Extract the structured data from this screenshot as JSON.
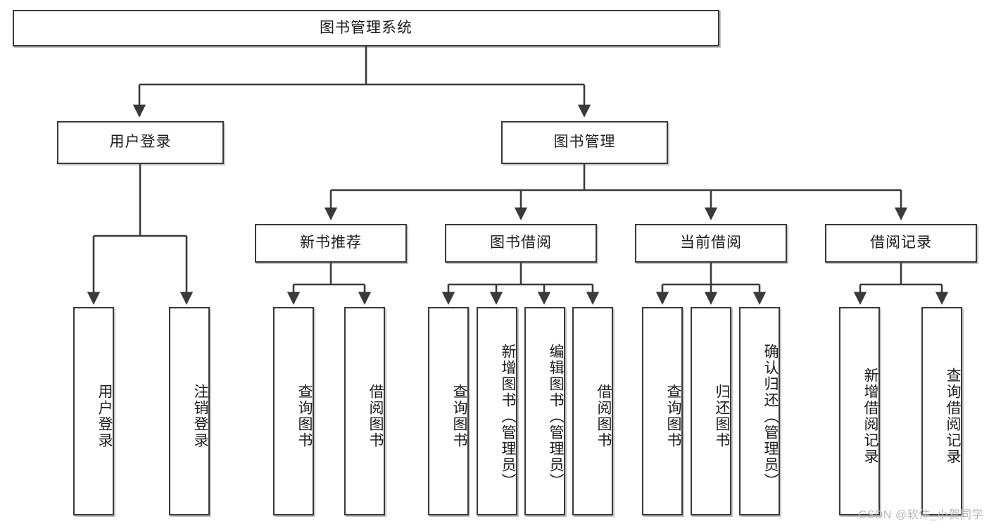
{
  "diagram": {
    "type": "tree-hierarchy",
    "title": "图书管理系统",
    "watermark": "CSDN @软件_小贺同学",
    "colors": {
      "stroke": "#3a3a3a",
      "fill": "#ffffff",
      "text": "#1b1b1b",
      "watermark": "#b9b9b9"
    },
    "levels": [
      {
        "level": 1,
        "nodes": [
          {
            "id": "root",
            "label": "图书管理系统",
            "orientation": "horizontal"
          }
        ]
      },
      {
        "level": 2,
        "nodes": [
          {
            "id": "login",
            "label": "用户登录",
            "orientation": "horizontal",
            "parent": "root"
          },
          {
            "id": "bookmgmt",
            "label": "图书管理",
            "orientation": "horizontal",
            "parent": "root"
          }
        ]
      },
      {
        "level": 3,
        "nodes": [
          {
            "id": "newbook",
            "label": "新书推荐",
            "orientation": "horizontal",
            "parent": "bookmgmt"
          },
          {
            "id": "borrow",
            "label": "图书借阅",
            "orientation": "horizontal",
            "parent": "bookmgmt"
          },
          {
            "id": "current",
            "label": "当前借阅",
            "orientation": "horizontal",
            "parent": "bookmgmt"
          },
          {
            "id": "records",
            "label": "借阅记录",
            "orientation": "horizontal",
            "parent": "bookmgmt"
          }
        ]
      },
      {
        "level": 4,
        "nodes": [
          {
            "id": "leaf1",
            "label": "用户登录",
            "orientation": "vertical",
            "parent": "login"
          },
          {
            "id": "leaf2",
            "label": "注销登录",
            "orientation": "vertical",
            "parent": "login"
          },
          {
            "id": "leaf3",
            "label": "查询图书",
            "orientation": "vertical",
            "parent": "newbook"
          },
          {
            "id": "leaf4",
            "label": "借阅图书",
            "orientation": "vertical",
            "parent": "newbook"
          },
          {
            "id": "leaf5",
            "label": "查询图书",
            "orientation": "vertical",
            "parent": "borrow"
          },
          {
            "id": "leaf6",
            "label": "新增图书（管理员）",
            "orientation": "vertical",
            "parent": "borrow"
          },
          {
            "id": "leaf7",
            "label": "编辑图书（管理员）",
            "orientation": "vertical",
            "parent": "borrow"
          },
          {
            "id": "leaf8",
            "label": "借阅图书",
            "orientation": "vertical",
            "parent": "borrow"
          },
          {
            "id": "leaf9",
            "label": "查询图书",
            "orientation": "vertical",
            "parent": "current"
          },
          {
            "id": "leaf10",
            "label": "归还图书",
            "orientation": "vertical",
            "parent": "current"
          },
          {
            "id": "leaf11",
            "label": "确认归还（管理员）",
            "orientation": "vertical",
            "parent": "current"
          },
          {
            "id": "leaf12",
            "label": "新增借阅记录",
            "orientation": "vertical",
            "parent": "records"
          },
          {
            "id": "leaf13",
            "label": "查询借阅记录",
            "orientation": "vertical",
            "parent": "records"
          }
        ]
      }
    ]
  }
}
